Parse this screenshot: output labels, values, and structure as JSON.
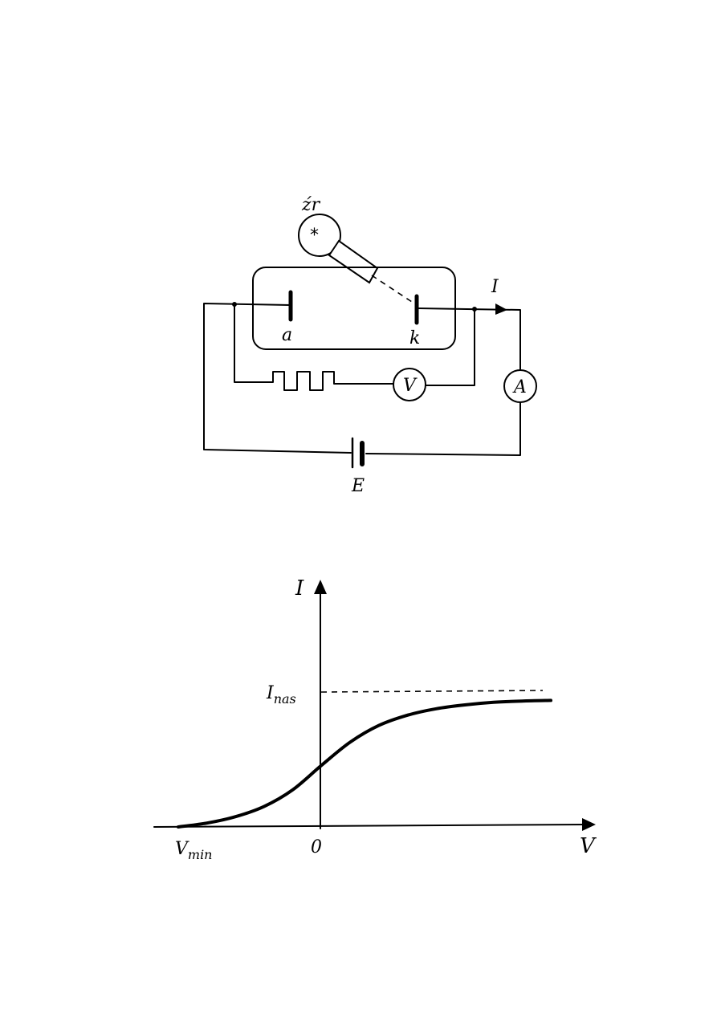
{
  "circuit": {
    "source_label": "źr",
    "anode_label": "a",
    "cathode_label": "k",
    "current_label": "I",
    "voltmeter_label": "V",
    "ammeter_label": "A",
    "battery_label": "E"
  },
  "chart_data": {
    "type": "line",
    "ylabel": "I",
    "xlabel": "V",
    "x_ticks": [
      {
        "label": "V",
        "sub": "min"
      },
      {
        "label": "0",
        "sub": ""
      }
    ],
    "y_ticks": [
      {
        "label": "I",
        "sub": "nas"
      }
    ],
    "series": [
      {
        "x": [
          -1.0,
          -0.8,
          -0.6,
          -0.4,
          -0.2,
          0.0,
          0.2,
          0.4,
          0.6,
          0.8,
          1.0,
          1.2,
          1.4,
          1.6
        ],
        "y": [
          0.0,
          0.03,
          0.08,
          0.16,
          0.29,
          0.48,
          0.66,
          0.79,
          0.87,
          0.92,
          0.95,
          0.97,
          0.98,
          0.985
        ]
      }
    ],
    "saturation_level": 1.0,
    "xlim": [
      -1.0,
      1.6
    ],
    "ylim": [
      0,
      1.0
    ]
  }
}
